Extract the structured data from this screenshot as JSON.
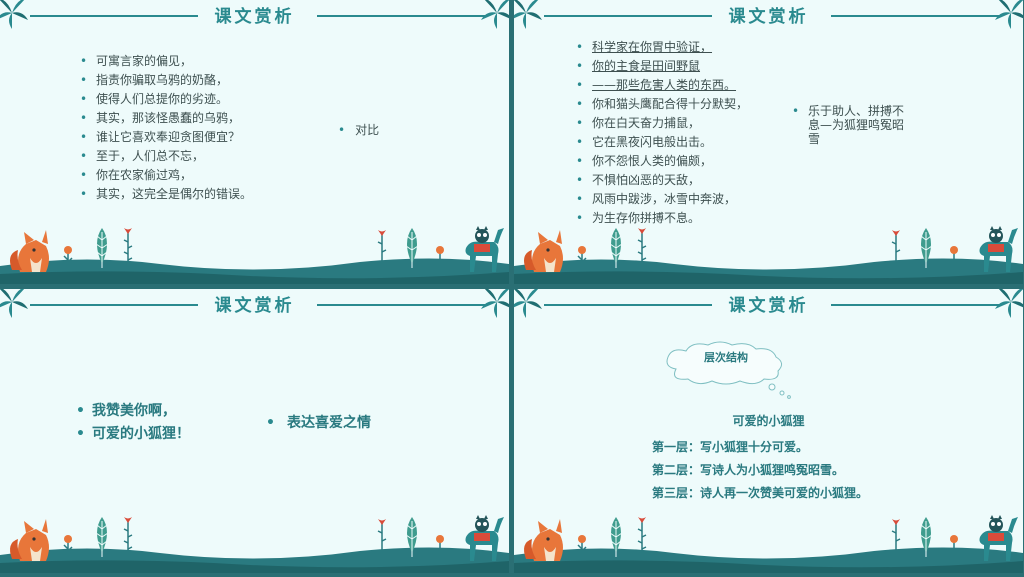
{
  "slides": [
    {
      "title": "课文赏析",
      "bullets": [
        "可寓言家的偏见，",
        "指责你骗取乌鸦的奶酪，",
        "使得人们总提你的劣迹。",
        "其实，那该怪愚蠢的乌鸦，",
        "谁让它喜欢奉迎贪图便宜？",
        "至于，人们总不忘，",
        "你在农家偷过鸡，",
        "其实，这完全是偶尔的错误。"
      ],
      "side": "对比"
    },
    {
      "title": "课文赏析",
      "bullets": [
        "科学家在你胃中验证，",
        "你的主食是田间野鼠",
        "——那些危害人类的东西。",
        "你和猫头鹰配合得十分默契，",
        "你在白天奋力捕鼠，",
        "它在黑夜闪电般出击。",
        "你不怨恨人类的偏颇，",
        "不惧怕凶恶的天敌，",
        "风雨中跋涉，冰雪中奔波，",
        "为生存你拼搏不息。"
      ],
      "side": "乐于助人、拼搏不息—为狐狸鸣冤昭雪"
    },
    {
      "title": "课文赏析",
      "bullets": [
        "我赞美你啊，",
        "可爱的小狐狸！"
      ],
      "side": "表达喜爱之情"
    },
    {
      "title": "课文赏析",
      "cloud": "层次结构",
      "subtitle": "可爱的小狐狸",
      "layers": [
        "第一层：写小狐狸十分可爱。",
        "第二层：写诗人为小狐狸鸣冤昭雪。",
        "第三层：诗人再一次赞美可爱的小狐狸。"
      ]
    }
  ],
  "colors": {
    "teal": "#2a8a8f",
    "background": "#eefbfb",
    "fox": "#e8763a",
    "ground": "#2a7a80"
  }
}
